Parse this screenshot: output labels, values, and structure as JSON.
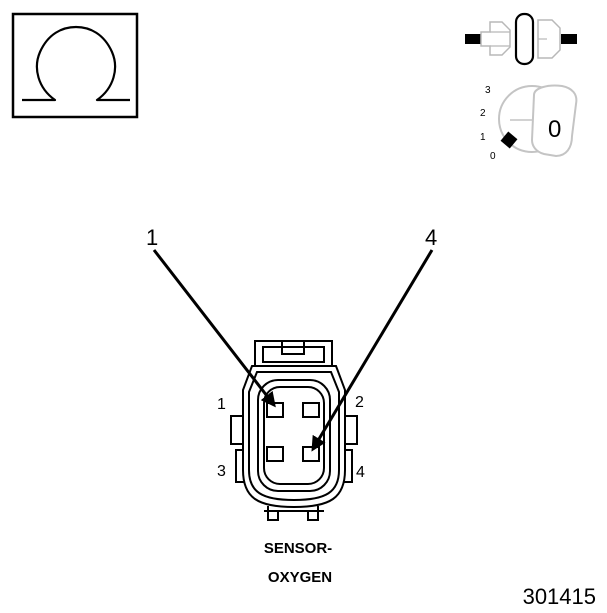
{
  "meter_symbol": {
    "name": "ohm-symbol",
    "glyph": "Ω"
  },
  "ignition_switch": {
    "positions": [
      "3",
      "2",
      "1",
      "0"
    ],
    "key_label": "0",
    "icon": "ignition-key-icon"
  },
  "connector_disconnect_icon": "connector-disconnected-icon",
  "probes": [
    {
      "label": "1",
      "target_pin": "1"
    },
    {
      "label": "4",
      "target_pin": "4"
    }
  ],
  "connector": {
    "pin_labels": {
      "p1": "1",
      "p2": "2",
      "p3": "3",
      "p4": "4"
    },
    "name_line1": "SENSOR-",
    "name_line2": "OXYGEN"
  },
  "figure_number": "301415",
  "colors": {
    "line": "#000000",
    "background": "#ffffff"
  }
}
